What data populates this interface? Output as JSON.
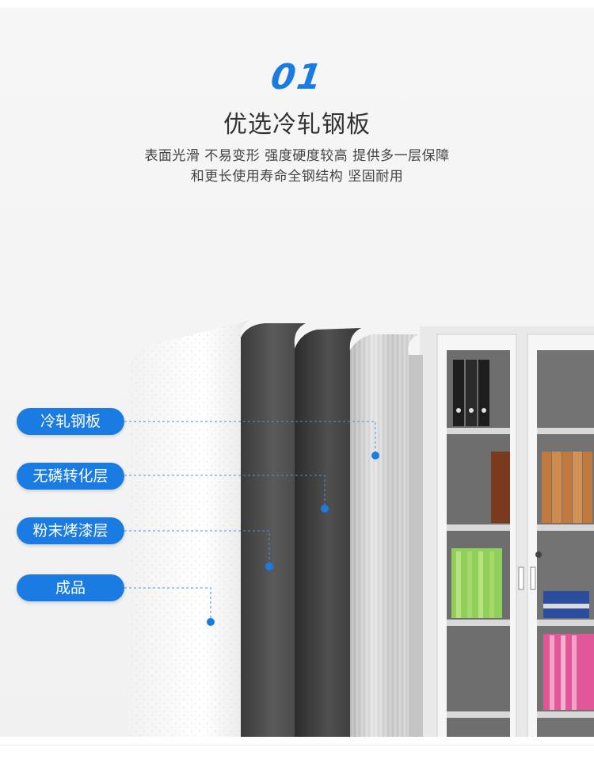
{
  "heading": {
    "number": "01",
    "title": "优选冷轧钢板",
    "desc_line1": "表面光滑 不易变形 强度硬度较高 提供多一层保障",
    "desc_line2": "和更长使用寿命全钢结构 坚固耐用"
  },
  "layers": [
    {
      "label": "冷轧钢板"
    },
    {
      "label": "无磷转化层"
    },
    {
      "label": "粉末烤漆层"
    },
    {
      "label": "成品"
    }
  ],
  "colors": {
    "accent": "#1a7be3",
    "background": "#f4f4f4",
    "title_text": "#333333"
  }
}
